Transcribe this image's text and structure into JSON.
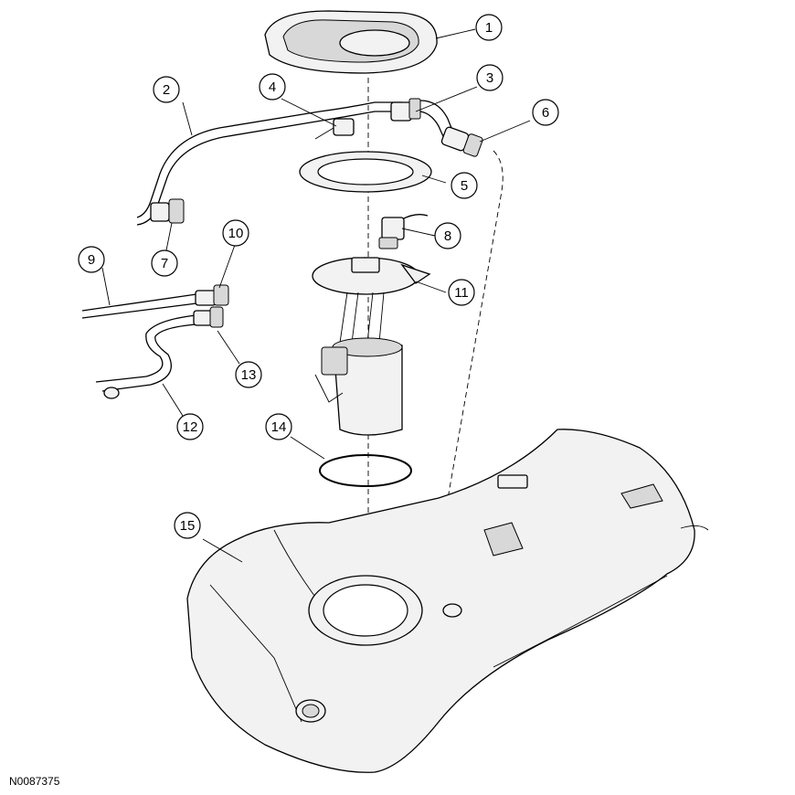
{
  "figure_id": "N0087375",
  "callouts": [
    {
      "label": "1"
    },
    {
      "label": "2"
    },
    {
      "label": "3"
    },
    {
      "label": "4"
    },
    {
      "label": "5"
    },
    {
      "label": "6"
    },
    {
      "label": "7"
    },
    {
      "label": "8"
    },
    {
      "label": "9"
    },
    {
      "label": "10"
    },
    {
      "label": "11"
    },
    {
      "label": "12"
    },
    {
      "label": "13"
    },
    {
      "label": "14"
    },
    {
      "label": "15"
    }
  ]
}
